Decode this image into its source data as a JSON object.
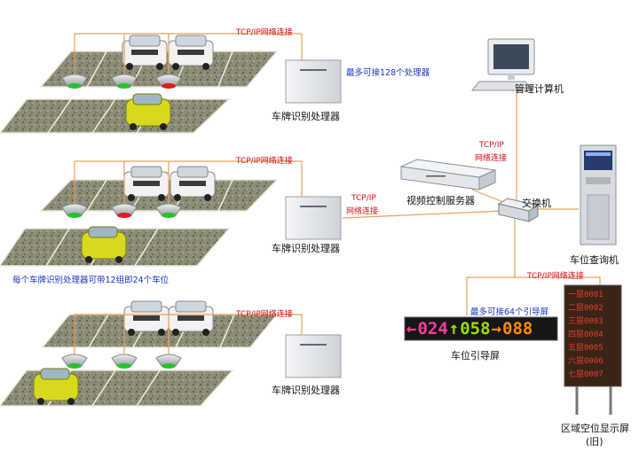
{
  "network_labels": {
    "tcpip": "TCP/IP网络连接",
    "tcpip_short": "TCP/IP",
    "net_conn": "网络连接"
  },
  "notes": {
    "max_processors": "最多可接128个处理器",
    "per_processor": "每个车牌识别处理器可带12组即24个车位",
    "max_guide_screens": "最多可接64个引导屏"
  },
  "devices": {
    "plate_processor": "车牌识别处理器",
    "video_server": "视频控制服务器",
    "switch": "交换机",
    "mgmt_pc": "管理计算机",
    "kiosk": "车位查询机",
    "guide_screen": "车位引导屏",
    "area_display": "区域空位显示屏",
    "area_display_sub": "(旧)"
  },
  "guide_screen_display": {
    "n1": "024",
    "n2": "058",
    "n3": "088",
    "arrow_left": "←",
    "arrow_up": "↑",
    "arrow_right": "→"
  },
  "area_display_rows": [
    {
      "floor": "一层",
      "count": "0001"
    },
    {
      "floor": "二层",
      "count": "0002"
    },
    {
      "floor": "三层",
      "count": "0003"
    },
    {
      "floor": "四层",
      "count": "0004"
    },
    {
      "floor": "五层",
      "count": "0005"
    },
    {
      "floor": "六层",
      "count": "0006"
    },
    {
      "floor": "七层",
      "count": "0007"
    }
  ],
  "colors": {
    "connector_line": "#e8a05a",
    "led_green": "#27c22a",
    "led_red": "#e01b1b",
    "text_red": "#d0111b",
    "text_blue": "#1a35c0",
    "led_orange": "#ff8a00",
    "led_yellow": "#c9f000"
  }
}
